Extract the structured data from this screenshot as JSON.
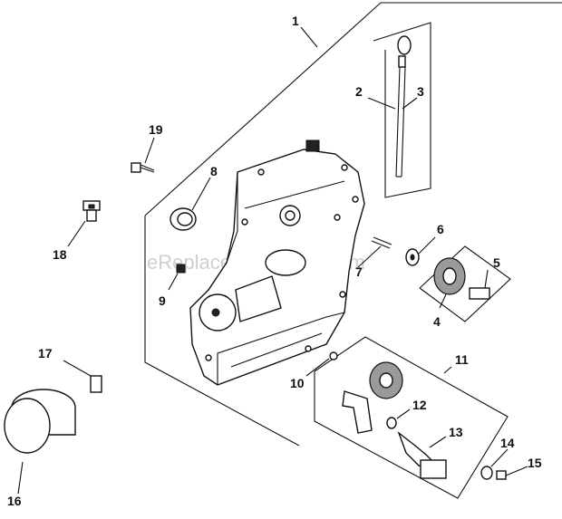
{
  "watermark": "eReplacementParts.com",
  "callouts": [
    "1",
    "2",
    "3",
    "4",
    "5",
    "6",
    "7",
    "8",
    "9",
    "10",
    "11",
    "12",
    "13",
    "14",
    "15",
    "16",
    "17",
    "18",
    "19"
  ],
  "parts": {
    "p1": "closure-plate-assembly",
    "p2": "dipstick",
    "p3": "dipstick-tube",
    "p4": "governor-gear",
    "p5": "governor-gear-shaft",
    "p6": "regulating-pin-washer",
    "p7": "dowel-pin",
    "p8": "oil-seal",
    "p9": "plug",
    "p10": "o-ring",
    "p11": "oil-pump-assembly",
    "p12": "o-ring-small",
    "p13": "oil-pickup",
    "p14": "washer",
    "p15": "screw",
    "p16": "oil-filter",
    "p17": "nipple",
    "p18": "oil-pressure-switch",
    "p19": "screw-upper"
  },
  "colors": {
    "line": "#111111",
    "watermark": "#cfcfcf",
    "background": "#ffffff"
  }
}
